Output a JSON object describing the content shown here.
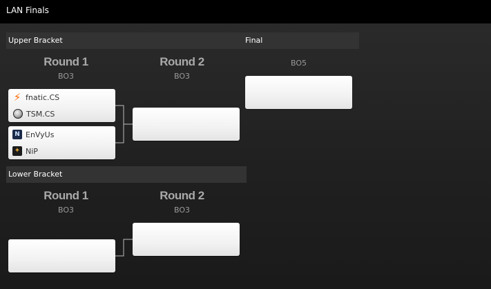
{
  "window": {
    "title": "LAN Finals"
  },
  "upper_bracket": {
    "label": "Upper Bracket",
    "rounds": [
      {
        "title": "Round 1",
        "bo": "BO3"
      },
      {
        "title": "Round 2",
        "bo": "BO3"
      }
    ],
    "matches": [
      {
        "team1": {
          "name": "fnatic.CS",
          "icon": "fnatic-logo-icon"
        },
        "team2": {
          "name": "TSM.CS",
          "icon": "tsm-logo-icon"
        }
      },
      {
        "team1": {
          "name": "EnVyUs",
          "icon": "envyus-logo-icon"
        },
        "team2": {
          "name": "NiP",
          "icon": "nip-logo-icon"
        }
      }
    ]
  },
  "final": {
    "label": "Final",
    "bo": "BO5"
  },
  "lower_bracket": {
    "label": "Lower Bracket",
    "rounds": [
      {
        "title": "Round 1",
        "bo": "BO3"
      },
      {
        "title": "Round 2",
        "bo": "BO3"
      }
    ]
  },
  "colors": {
    "background_top": "#000000",
    "section_header": "#333333",
    "match_card": "#ffffff",
    "round_title": "#a9a9a9",
    "connector": "#bdbdbd",
    "fnatic_orange": "#ff6a00"
  }
}
